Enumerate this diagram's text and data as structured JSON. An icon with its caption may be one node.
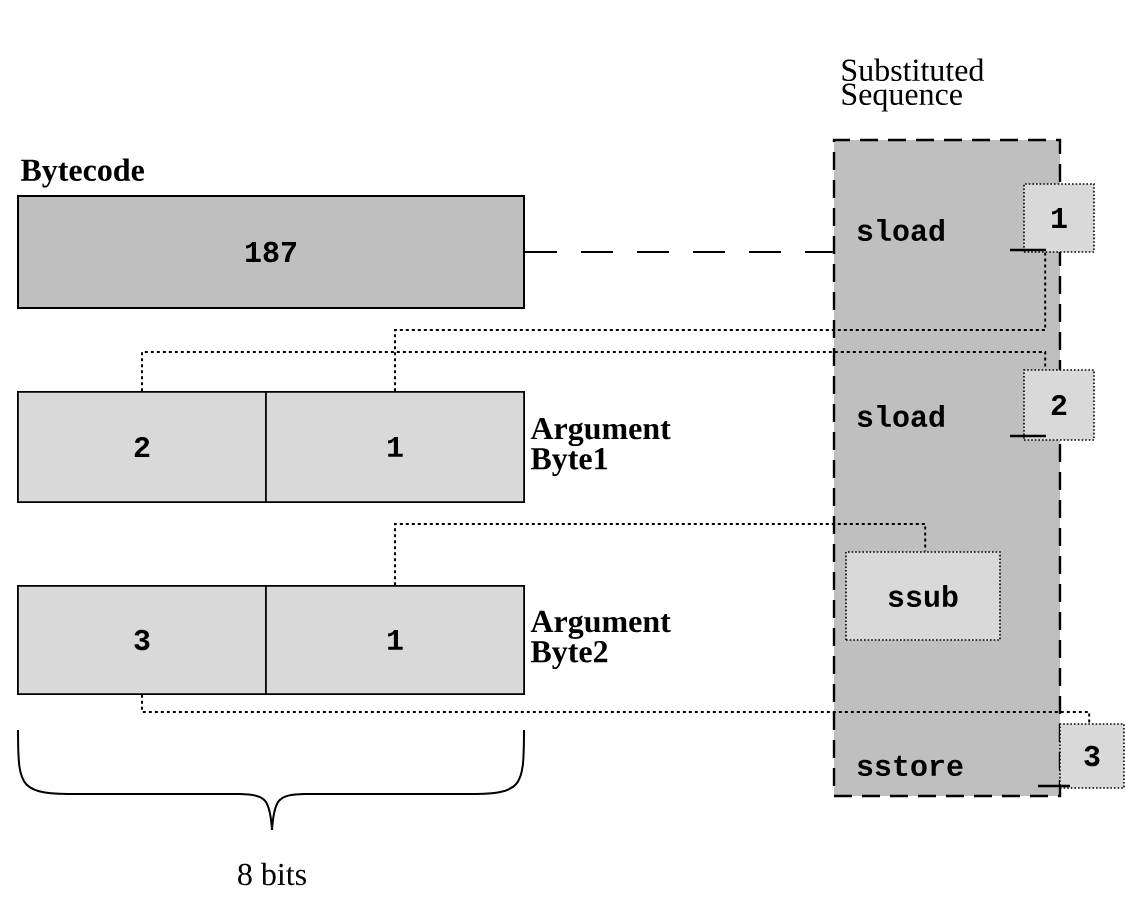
{
  "diagram": {
    "nodes": [
      {
        "text": [
          "Substituted Sequence"
        ]
      },
      {
        "text": [
          "Bytecode",
          "187"
        ]
      },
      {
        "text": [
          "Argument Byte1"
        ]
      },
      {
        "text": [
          "2"
        ],
        "in": 2
      },
      {
        "text": [
          "1"
        ],
        "in": 2
      },
      {
        "text": [
          "Argument Byte2"
        ]
      },
      {
        "text": [
          "3"
        ],
        "in": 5
      },
      {
        "text": [
          "1"
        ],
        "in": 5
      },
      {
        "text": [
          "sload"
        ],
        "in": 0
      },
      {
        "text": [
          "1"
        ]
      },
      {
        "text": [
          "sload"
        ],
        "in": 0
      },
      {
        "text": [
          "2"
        ]
      },
      {
        "text": [
          "ssub"
        ],
        "in": 0
      },
      {
        "text": [
          "sstore"
        ],
        "in": 0
      },
      {
        "text": [
          "3"
        ]
      }
    ],
    "edges": [
      {
        "from": 1,
        "to": 0,
        "arrow": "none",
        "style": "dashed"
      },
      {
        "from": 4,
        "to": 9,
        "arrow": "none"
      },
      {
        "from": 3,
        "to": 11,
        "arrow": "none"
      },
      {
        "from": 7,
        "to": 12,
        "arrow": "none"
      },
      {
        "from": 6,
        "to": 14,
        "arrow": "none"
      }
    ],
    "labels": [
      "8 bits"
    ]
  }
}
